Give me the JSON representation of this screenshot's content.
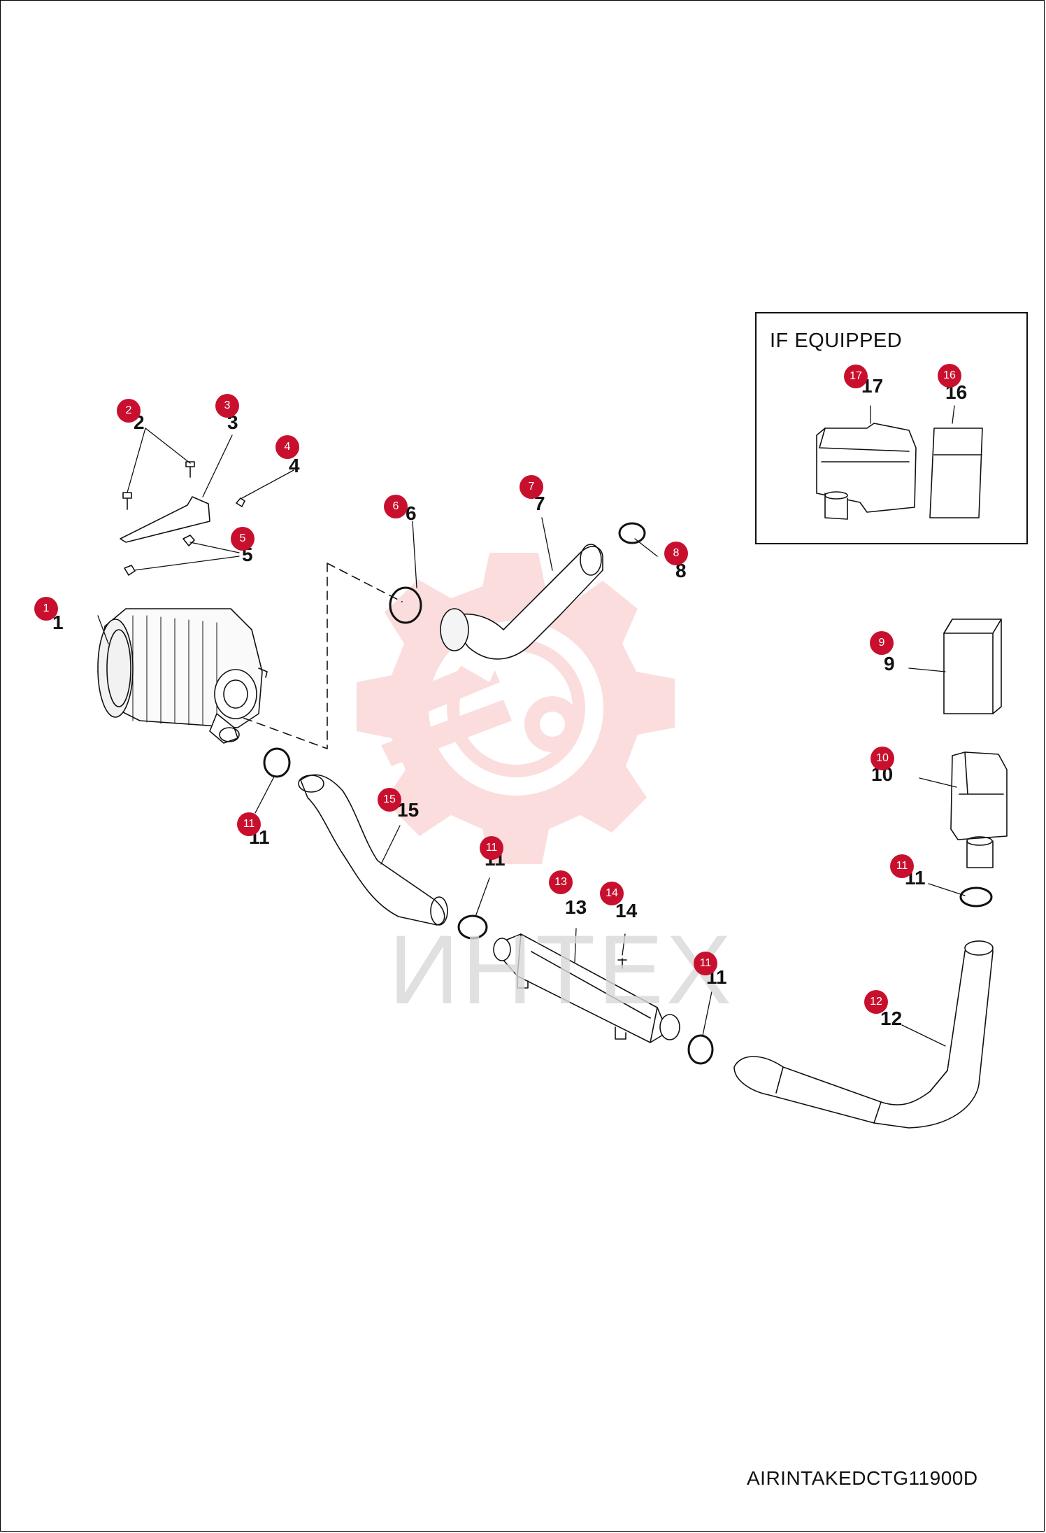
{
  "inset": {
    "title": "IF EQUIPPED"
  },
  "drawing_code": "AIRINTAKEDCTG11900D",
  "watermark": {
    "text": "ИНТЕХ",
    "color": "#f7b9b9"
  },
  "badge_color": "#c8102e",
  "callouts": [
    {
      "id": "c1",
      "number": "1",
      "part": "air-cleaner"
    },
    {
      "id": "c2",
      "number": "2",
      "part": "bolt"
    },
    {
      "id": "c3",
      "number": "3",
      "part": "bracket"
    },
    {
      "id": "c4",
      "number": "4",
      "part": "bolt"
    },
    {
      "id": "c5",
      "number": "5",
      "part": "nut"
    },
    {
      "id": "c6",
      "number": "6",
      "part": "hose-clamp"
    },
    {
      "id": "c7",
      "number": "7",
      "part": "intake-hose"
    },
    {
      "id": "c8",
      "number": "8",
      "part": "hose-clamp"
    },
    {
      "id": "c9",
      "number": "9",
      "part": "pre-cleaner"
    },
    {
      "id": "c10",
      "number": "10",
      "part": "intake-cap"
    },
    {
      "id": "c11a",
      "number": "11",
      "part": "hose-clamp"
    },
    {
      "id": "c11b",
      "number": "11",
      "part": "hose-clamp"
    },
    {
      "id": "c11c",
      "number": "11",
      "part": "hose-clamp"
    },
    {
      "id": "c11d",
      "number": "11",
      "part": "hose-clamp"
    },
    {
      "id": "c12",
      "number": "12",
      "part": "intake-pipe"
    },
    {
      "id": "c13",
      "number": "13",
      "part": "muffler"
    },
    {
      "id": "c14",
      "number": "14",
      "part": "screw"
    },
    {
      "id": "c15",
      "number": "15",
      "part": "intake-tube"
    },
    {
      "id": "c16",
      "number": "16",
      "part": "pre-cleaner-optional"
    },
    {
      "id": "c17",
      "number": "17",
      "part": "intake-cap-optional"
    }
  ]
}
